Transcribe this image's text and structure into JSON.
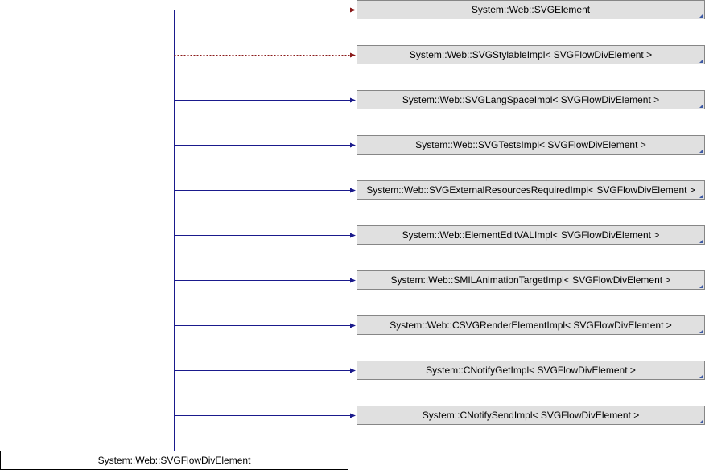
{
  "diagram": {
    "main_class": "System::Web::SVGFlowDivElement",
    "bases": [
      {
        "label": "System::Web::SVGElement",
        "relation": "private"
      },
      {
        "label": "System::Web::SVGStylableImpl< SVGFlowDivElement >",
        "relation": "private"
      },
      {
        "label": "System::Web::SVGLangSpaceImpl< SVGFlowDivElement >",
        "relation": "public"
      },
      {
        "label": "System::Web::SVGTestsImpl< SVGFlowDivElement >",
        "relation": "public"
      },
      {
        "label": "System::Web::SVGExternalResourcesRequiredImpl< SVGFlowDivElement >",
        "relation": "public"
      },
      {
        "label": "System::Web::ElementEditVALImpl< SVGFlowDivElement >",
        "relation": "public"
      },
      {
        "label": "System::Web::SMILAnimationTargetImpl< SVGFlowDivElement >",
        "relation": "public"
      },
      {
        "label": "System::Web::CSVGRenderElementImpl< SVGFlowDivElement >",
        "relation": "public"
      },
      {
        "label": "System::CNotifyGetImpl< SVGFlowDivElement >",
        "relation": "public"
      },
      {
        "label": "System::CNotifySendImpl< SVGFlowDivElement >",
        "relation": "public"
      }
    ],
    "colors": {
      "public_edge": "#1a1a8c",
      "private_edge": "#8b1a1a",
      "node_fill": "#e0e0e0",
      "node_border": "#868686",
      "main_fill": "#ffffff"
    }
  }
}
